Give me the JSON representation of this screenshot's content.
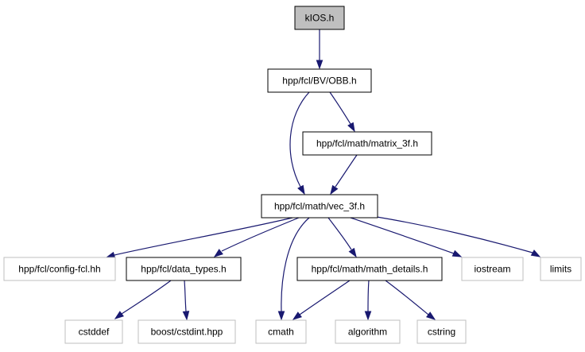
{
  "nodes": {
    "kios": {
      "label": "kIOS.h",
      "style": "root",
      "fill": "#bfbfbf",
      "stroke": "#000000"
    },
    "obb": {
      "label": "hpp/fcl/BV/OBB.h",
      "style": "linked",
      "fill": "#ffffff",
      "stroke": "#000000"
    },
    "matrix": {
      "label": "hpp/fcl/math/matrix_3f.h",
      "style": "linked",
      "fill": "#ffffff",
      "stroke": "#000000"
    },
    "vec3f": {
      "label": "hpp/fcl/math/vec_3f.h",
      "style": "linked",
      "fill": "#ffffff",
      "stroke": "#000000"
    },
    "config": {
      "label": "hpp/fcl/config-fcl.hh",
      "style": "external",
      "fill": "#ffffff",
      "stroke": "#bfbfbf"
    },
    "datatypes": {
      "label": "hpp/fcl/data_types.h",
      "style": "linked",
      "fill": "#ffffff",
      "stroke": "#000000"
    },
    "mathdetails": {
      "label": "hpp/fcl/math/math_details.h",
      "style": "linked",
      "fill": "#ffffff",
      "stroke": "#000000"
    },
    "iostream": {
      "label": "iostream",
      "style": "external",
      "fill": "#ffffff",
      "stroke": "#bfbfbf"
    },
    "limits": {
      "label": "limits",
      "style": "external",
      "fill": "#ffffff",
      "stroke": "#bfbfbf"
    },
    "cstddef": {
      "label": "cstddef",
      "style": "external",
      "fill": "#ffffff",
      "stroke": "#bfbfbf"
    },
    "cstdint": {
      "label": "boost/cstdint.hpp",
      "style": "external",
      "fill": "#ffffff",
      "stroke": "#bfbfbf"
    },
    "cmath": {
      "label": "cmath",
      "style": "external",
      "fill": "#ffffff",
      "stroke": "#bfbfbf"
    },
    "algorithm": {
      "label": "algorithm",
      "style": "external",
      "fill": "#ffffff",
      "stroke": "#bfbfbf"
    },
    "cstring": {
      "label": "cstring",
      "style": "external",
      "fill": "#ffffff",
      "stroke": "#bfbfbf"
    }
  },
  "edges": [
    {
      "from": "kios",
      "to": "obb"
    },
    {
      "from": "obb",
      "to": "matrix"
    },
    {
      "from": "obb",
      "to": "vec3f"
    },
    {
      "from": "matrix",
      "to": "vec3f"
    },
    {
      "from": "vec3f",
      "to": "config"
    },
    {
      "from": "vec3f",
      "to": "datatypes"
    },
    {
      "from": "vec3f",
      "to": "cmath"
    },
    {
      "from": "vec3f",
      "to": "mathdetails"
    },
    {
      "from": "vec3f",
      "to": "iostream"
    },
    {
      "from": "vec3f",
      "to": "limits"
    },
    {
      "from": "datatypes",
      "to": "cstddef"
    },
    {
      "from": "datatypes",
      "to": "cstdint"
    },
    {
      "from": "mathdetails",
      "to": "cmath"
    },
    {
      "from": "mathdetails",
      "to": "algorithm"
    },
    {
      "from": "mathdetails",
      "to": "cstring"
    }
  ],
  "edge_color": "#191970"
}
